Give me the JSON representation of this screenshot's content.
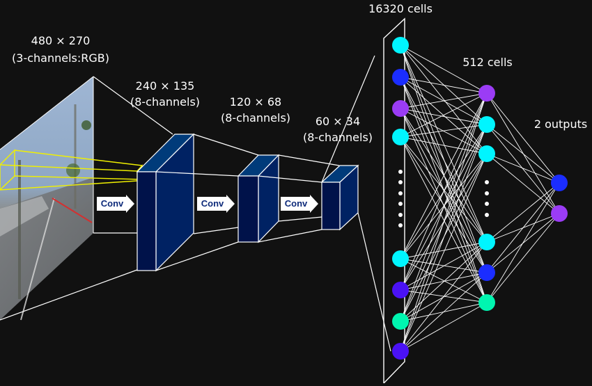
{
  "labels": {
    "input_size": "480 × 270",
    "input_channels": "(3-channels:RGB)",
    "conv1_size": "240 × 135",
    "conv1_channels": "(8-channels)",
    "conv2_size": "120 × 68",
    "conv2_channels": "(8-channels)",
    "conv3_size": "60 × 34",
    "conv3_channels": "(8-channels)",
    "flatten": "16320 cells",
    "hidden": "512 cells",
    "output": "2 outputs"
  },
  "conv_arrows": [
    "Conv",
    "Conv",
    "Conv"
  ],
  "colors": {
    "background": "#111111",
    "block_front": "#00124a",
    "block_top": "#003b7a",
    "block_side": "#002263",
    "lines": "#ffffff",
    "kernel": "#f0f000",
    "cyan": "#00f5ff",
    "blue": "#1b2dff",
    "purple": "#9b3cf5",
    "violet": "#4a12f5",
    "teal": "#00f5b0"
  },
  "network": {
    "flatten_nodes": [
      "cyan",
      "blue",
      "purple",
      "cyan",
      "ellipsis",
      "cyan",
      "violet",
      "teal",
      "violet"
    ],
    "hidden_nodes": [
      "purple",
      "cyan",
      "cyan",
      "ellipsis",
      "cyan",
      "blue",
      "teal"
    ],
    "output_nodes": [
      "blue",
      "purple"
    ]
  }
}
